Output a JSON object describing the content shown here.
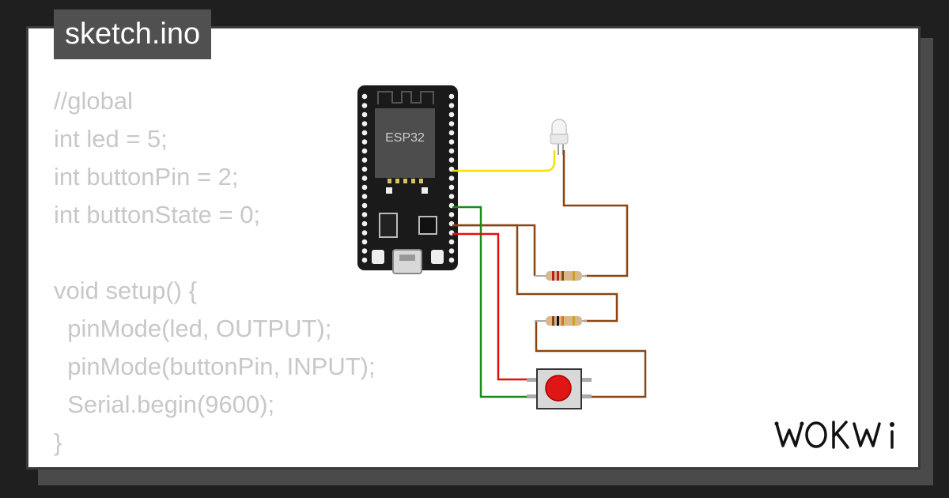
{
  "title": "sketch.ino",
  "code": {
    "lines": [
      "//global",
      "int led = 5;",
      "int buttonPin = 2;",
      "int buttonState = 0;",
      "",
      "void setup() {",
      "  pinMode(led, OUTPUT);",
      "  pinMode(buttonPin, INPUT);",
      "  Serial.begin(9600);",
      "}"
    ]
  },
  "circuit": {
    "board_label": "ESP32",
    "components": [
      "esp32-board",
      "led",
      "resistor",
      "resistor",
      "pushbutton"
    ],
    "wire_colors": {
      "yellow": "#f5e000",
      "green": "#1a8a1a",
      "red": "#e01010",
      "brown": "#8b4513"
    }
  },
  "logo": {
    "text": "WOKWI",
    "icon": "wokwi-logo-icon"
  }
}
